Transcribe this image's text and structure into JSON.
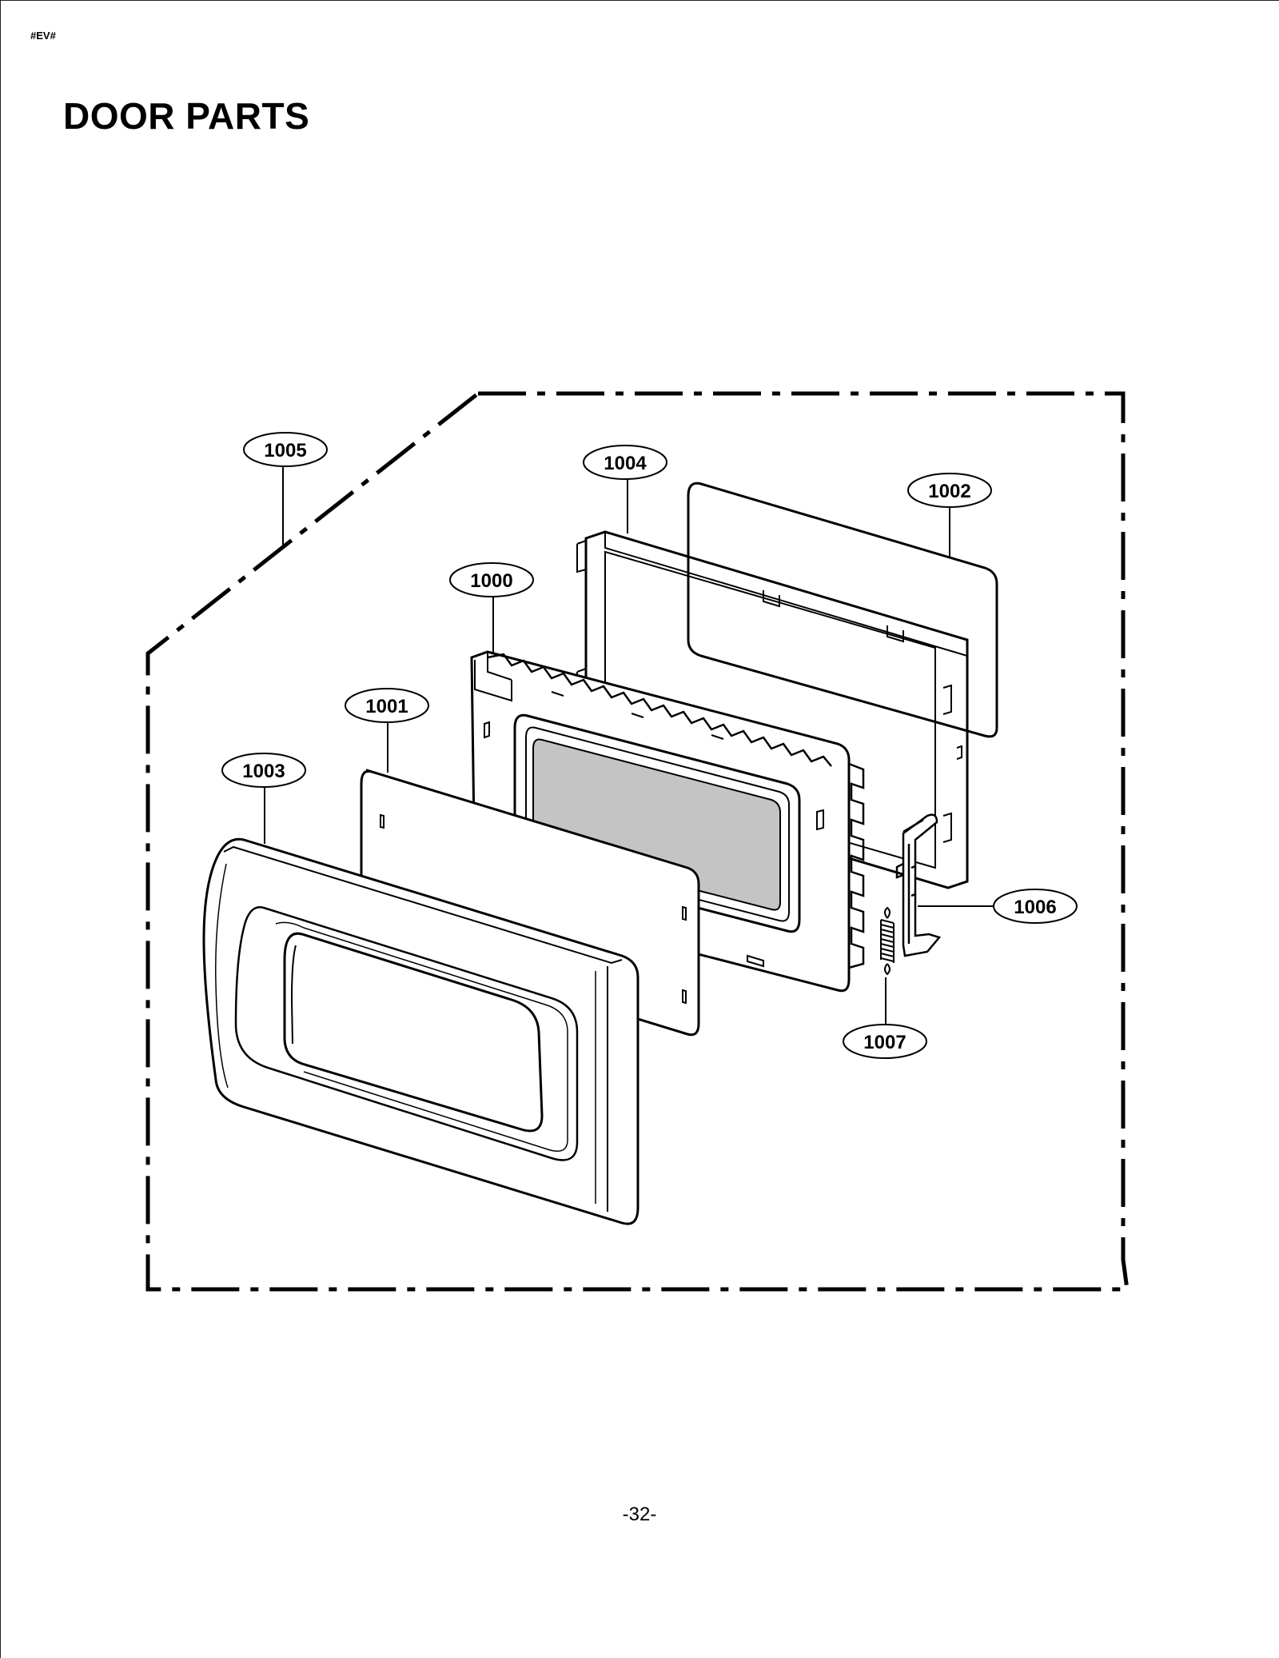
{
  "document": {
    "code": "#EV#",
    "title": "DOOR PARTS",
    "page_number": "-32-"
  },
  "diagram": {
    "type": "exploded-parts-view",
    "parts": [
      {
        "id": "1000",
        "label": "1000"
      },
      {
        "id": "1001",
        "label": "1001"
      },
      {
        "id": "1002",
        "label": "1002"
      },
      {
        "id": "1003",
        "label": "1003"
      },
      {
        "id": "1004",
        "label": "1004"
      },
      {
        "id": "1005",
        "label": "1005"
      },
      {
        "id": "1006",
        "label": "1006"
      },
      {
        "id": "1007",
        "label": "1007"
      }
    ],
    "colors": {
      "line": "#000000",
      "window_fill": "#c4c4c4",
      "background": "#ffffff"
    }
  }
}
